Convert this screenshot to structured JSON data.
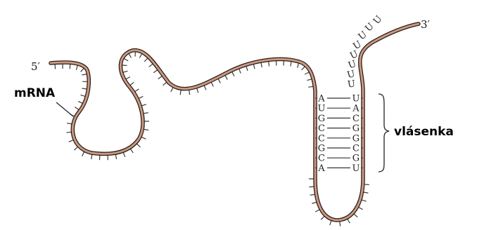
{
  "labels": {
    "five_prime": "5′",
    "three_prime": "3′",
    "molecule": "mRNA",
    "hairpin": "vlásenka"
  },
  "stem_pairs": [
    [
      "A",
      "U"
    ],
    [
      "U",
      "A"
    ],
    [
      "G",
      "C"
    ],
    [
      "C",
      "G"
    ],
    [
      "C",
      "G"
    ],
    [
      "G",
      "C"
    ],
    [
      "C",
      "G"
    ],
    [
      "A",
      "U"
    ]
  ],
  "tail_bases": [
    "U",
    "U",
    "U",
    "U",
    "U",
    "U",
    "U",
    "U"
  ],
  "colors": {
    "strand_fill": "#c89a84",
    "strand_outline": "#2a1a14",
    "tick": "#3a3a3a",
    "text": "#1a1a1a"
  }
}
